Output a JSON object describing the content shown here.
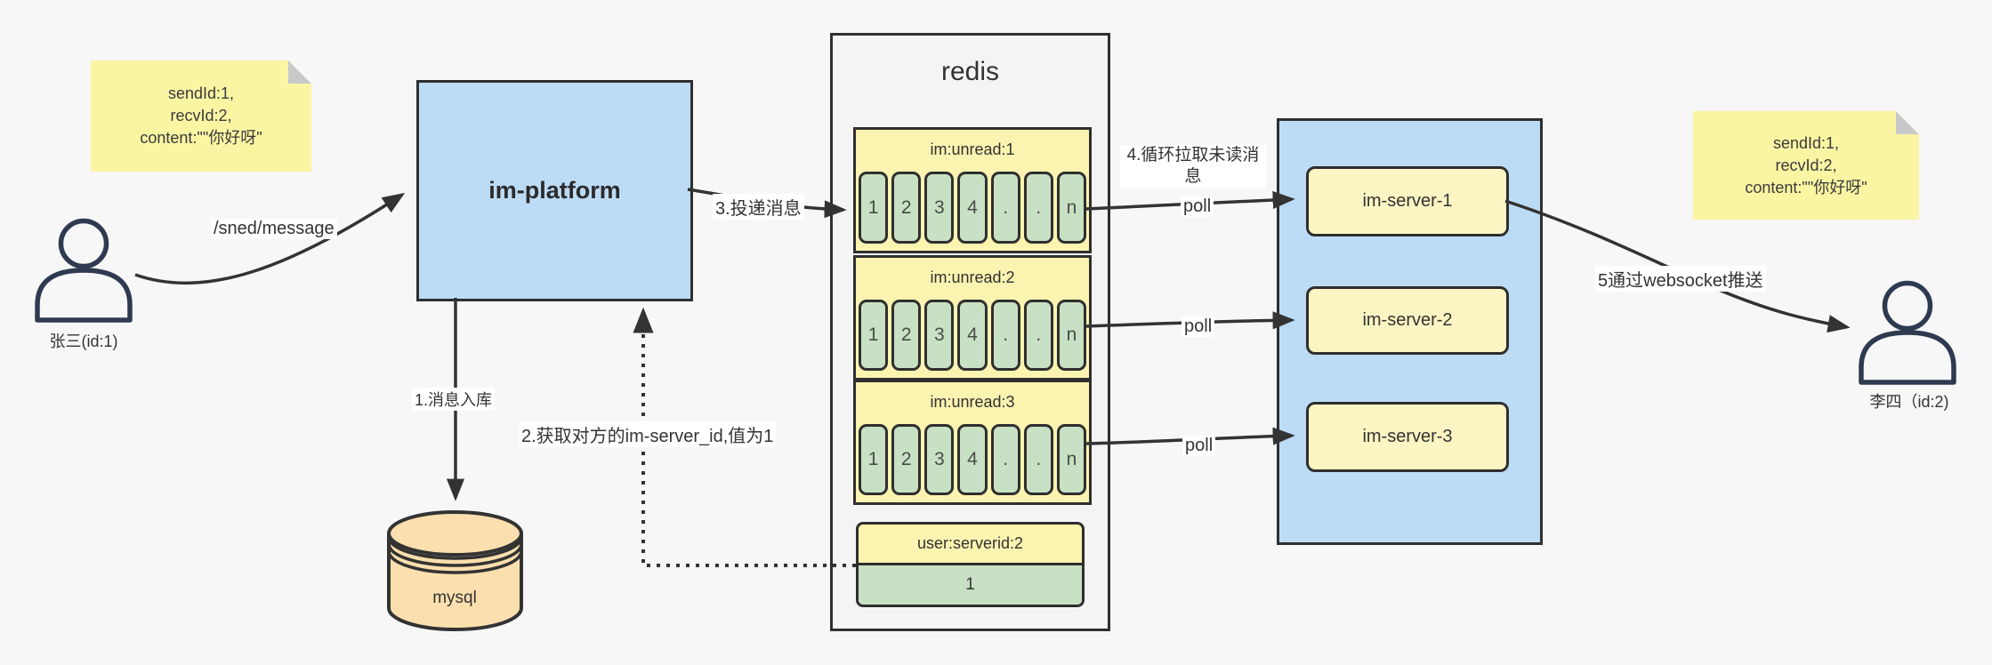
{
  "colors": {
    "background": "#f7f7f7",
    "note_yellow": "#faf5a3",
    "container_blue": "#bcdcf6",
    "queue_yellow": "#fbf3b0",
    "server_yellow": "#fbf5c3",
    "cell_green": "#c8e1c4",
    "mysql_tan": "#fbdfae",
    "redis_panel_gray": "#f4f4f4",
    "line_dark": "#333333"
  },
  "notes": {
    "left": {
      "lines": [
        "sendId:1,",
        "recvId:2,",
        "content:\"\"你好呀\""
      ]
    },
    "right": {
      "lines": [
        "sendId:1,",
        "recvId:2,",
        "content:\"\"你好呀\""
      ]
    }
  },
  "actors": {
    "sender": {
      "label": "张三(id:1)"
    },
    "receiver": {
      "label": "李四（id:2)"
    }
  },
  "platform": {
    "label": "im-platform"
  },
  "database": {
    "label": "mysql"
  },
  "redis": {
    "title": "redis",
    "queues": [
      {
        "name": "im:unread:1",
        "cells": [
          "1",
          "2",
          "3",
          "4",
          ".",
          ".",
          "n"
        ]
      },
      {
        "name": "im:unread:2",
        "cells": [
          "1",
          "2",
          "3",
          "4",
          ".",
          ".",
          "n"
        ]
      },
      {
        "name": "im:unread:3",
        "cells": [
          "1",
          "2",
          "3",
          "4",
          ".",
          ".",
          "n"
        ]
      }
    ],
    "mapping": {
      "key": "user:serverid:2",
      "value": "1"
    }
  },
  "servers": [
    {
      "label": "im-server-1"
    },
    {
      "label": "im-server-2"
    },
    {
      "label": "im-server-3"
    }
  ],
  "labels": {
    "send_api": "/sned/message",
    "step1": "1.消息入库",
    "step2": "2.获取对方的im-server_id,值为1",
    "step3": "3.投递消息",
    "step4": "4.循环拉取未读消息",
    "step5": "5通过websocket推送",
    "poll": "poll"
  }
}
